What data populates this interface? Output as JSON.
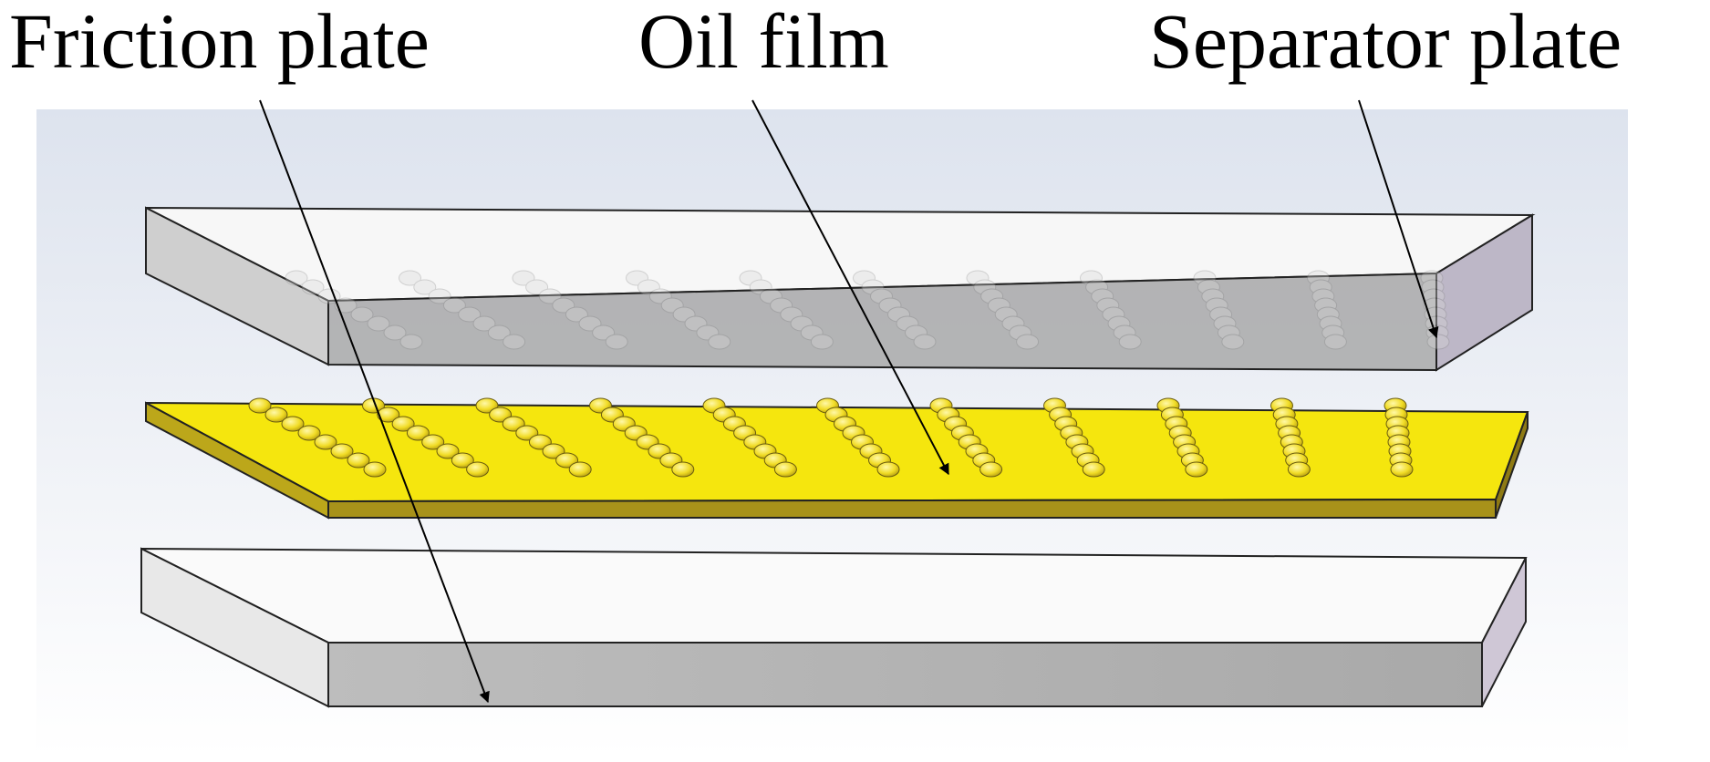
{
  "labels": {
    "friction_plate": "Friction plate",
    "oil_film": "Oil film",
    "separator_plate": "Separator plate"
  },
  "colors": {
    "friction_plate_top": "#f5e60e",
    "friction_plate_side": "#a8921a",
    "separator_top": "#f7f7f7",
    "separator_front": "#a9a9a9",
    "background_gradient": "#dde3ee"
  },
  "oil_film_rows": 11,
  "oil_film_droplets_per_row": 8
}
